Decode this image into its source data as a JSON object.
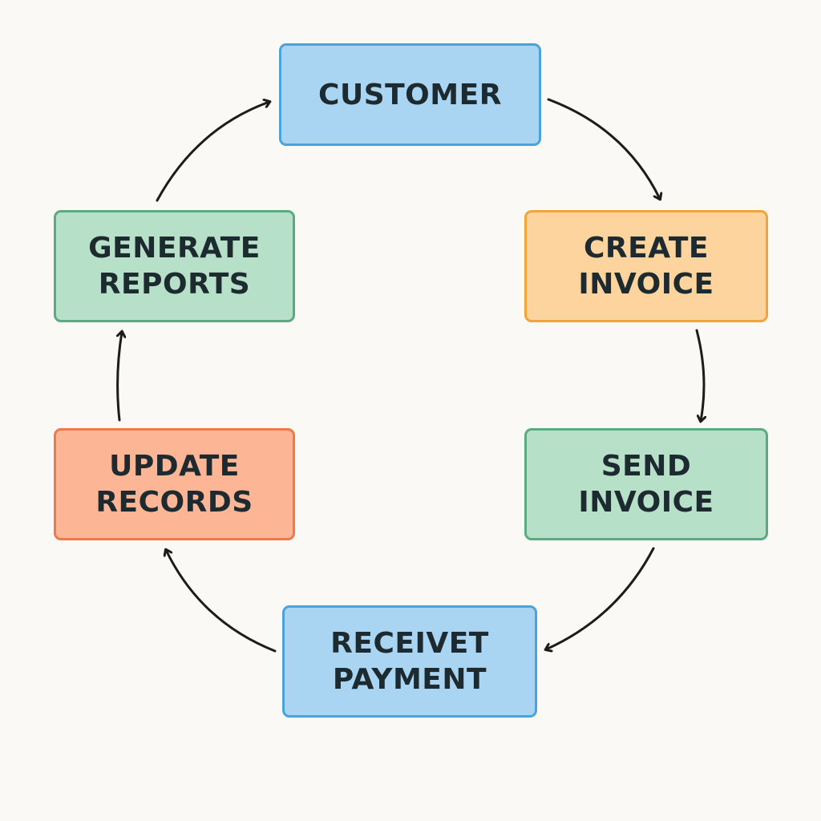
{
  "diagram": {
    "nodes": [
      {
        "id": "customer",
        "label": "CUSTOMER",
        "fill": "#a9d5f2",
        "border": "#4ba3dc"
      },
      {
        "id": "create",
        "label": "CREATE\nINVOICE",
        "fill": "#fdd49e",
        "border": "#f2a43a"
      },
      {
        "id": "send",
        "label": "SEND\nINVOICE",
        "fill": "#b6e0c8",
        "border": "#5aaa82"
      },
      {
        "id": "receive",
        "label": "RECEIVET\nPAYMENT",
        "fill": "#a9d5f2",
        "border": "#4ba3dc"
      },
      {
        "id": "update",
        "label": "UPDATE\nRECORDS",
        "fill": "#fcb595",
        "border": "#f0784a"
      },
      {
        "id": "reports",
        "label": "GENERATE\nREPORTS",
        "fill": "#b6e0c8",
        "border": "#5aaa82"
      }
    ],
    "edges": [
      {
        "from": "customer",
        "to": "create"
      },
      {
        "from": "create",
        "to": "send"
      },
      {
        "from": "send",
        "to": "receive"
      },
      {
        "from": "receive",
        "to": "update"
      },
      {
        "from": "update",
        "to": "reports"
      },
      {
        "from": "reports",
        "to": "customer"
      }
    ]
  }
}
